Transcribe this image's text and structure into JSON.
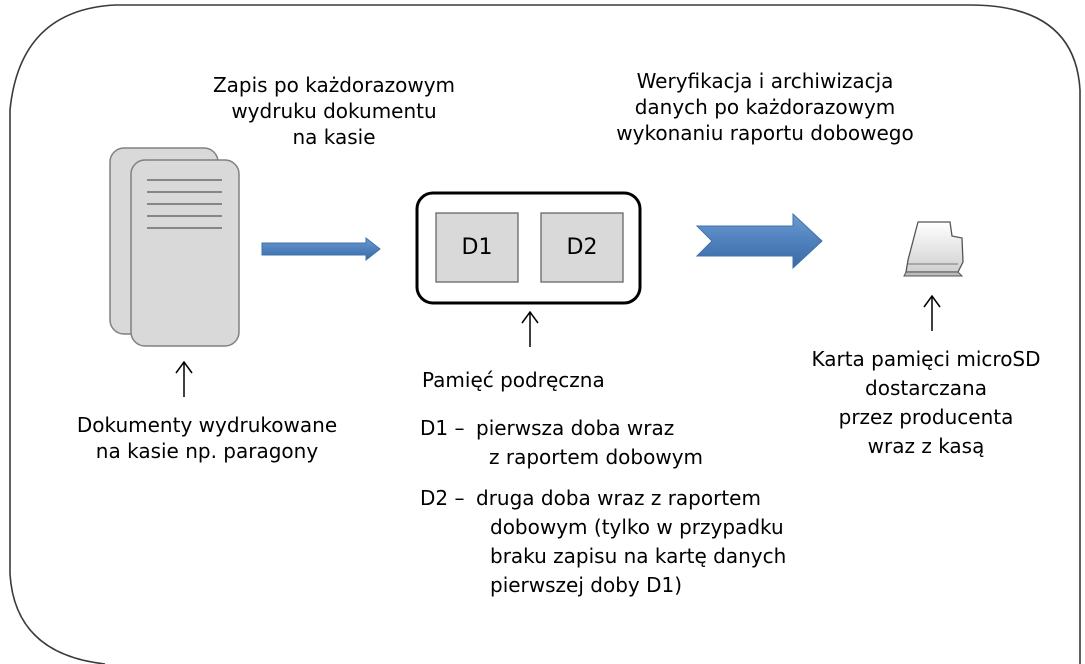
{
  "top_left_text": {
    "lines": [
      "Zapis po każdorazowym",
      "wydruku dokumentu",
      "na kasie"
    ]
  },
  "top_right_text": {
    "lines": [
      "Weryfikacja i archiwizacja",
      "danych po każdorazowym",
      "wykonaniu raportu dobowego"
    ]
  },
  "documents_caption": {
    "lines": [
      "Dokumenty wydrukowane",
      "na kasie np. paragony"
    ]
  },
  "cache": {
    "cell_1": "D1",
    "cell_2": "D2",
    "caption": "Pamięć podręczna"
  },
  "definitions": [
    {
      "key": "D1 –",
      "lines": [
        "pierwsza doba wraz",
        "z raportem dobowym"
      ]
    },
    {
      "key": "D2 –",
      "lines": [
        "druga doba wraz z raportem",
        "dobowym (tylko w przypadku",
        "braku zapisu na kartę danych",
        "pierwszej doby D1)"
      ]
    }
  ],
  "card_caption": {
    "lines": [
      "Karta pamięci microSD",
      "dostarczana",
      "przez producenta",
      "wraz z kasą"
    ]
  },
  "icons": {
    "documents": "document-stack-icon",
    "card": "microsd-card-icon"
  },
  "colors": {
    "arrow_fill": "#4f81bd",
    "document_fill": "#d9d9d9",
    "cell_fill": "#d9d9d9"
  }
}
